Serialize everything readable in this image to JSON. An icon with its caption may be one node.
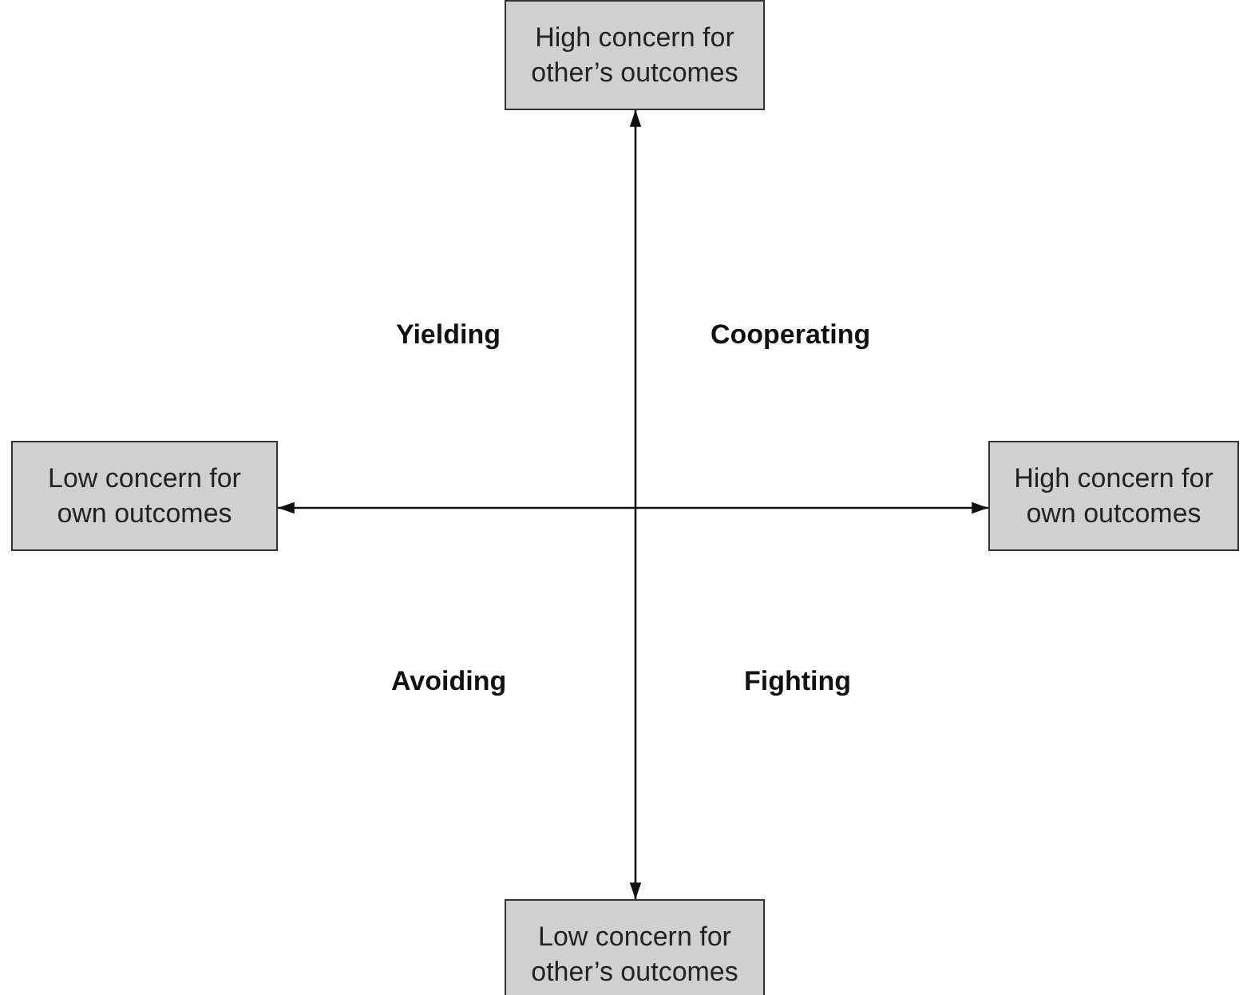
{
  "diagram": {
    "nodes": [
      {
        "text": [
          "High concern for other’s outcomes"
        ]
      },
      {
        "text": [
          "Low concern for own outcomes"
        ]
      },
      {
        "text": [
          "High concern for own outcomes"
        ]
      },
      {
        "text": [
          "Low concern for other’s outcomes"
        ]
      }
    ],
    "edges": [
      {
        "from": 3,
        "to": 0,
        "arrow": "both"
      },
      {
        "from": 1,
        "to": 2,
        "arrow": "both"
      }
    ],
    "labels": [
      "Yielding",
      "Cooperating",
      "Avoiding",
      "Fighting"
    ]
  }
}
